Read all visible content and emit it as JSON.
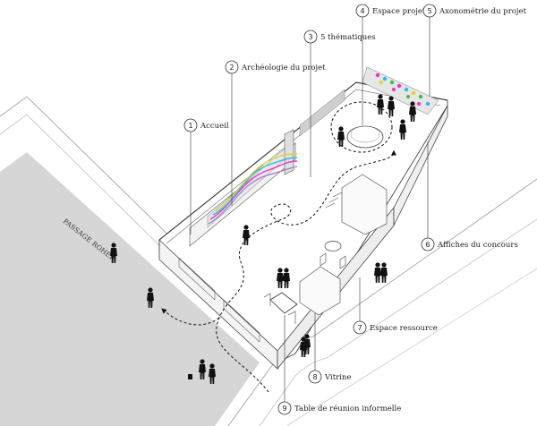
{
  "street": {
    "name": "PASSAGE ROHER"
  },
  "callouts": [
    {
      "num": "1",
      "label": "Accueil"
    },
    {
      "num": "2",
      "label": "Archéologie du projet"
    },
    {
      "num": "3",
      "label": "5 thématiques"
    },
    {
      "num": "4",
      "label": "Espace projet"
    },
    {
      "num": "5",
      "label": "Axonométrie du projet"
    },
    {
      "num": "6",
      "label": "Affiches du concours"
    },
    {
      "num": "7",
      "label": "Espace ressource"
    },
    {
      "num": "8",
      "label": "Vitrine"
    },
    {
      "num": "9",
      "label": "Table de réunion informelle"
    }
  ]
}
